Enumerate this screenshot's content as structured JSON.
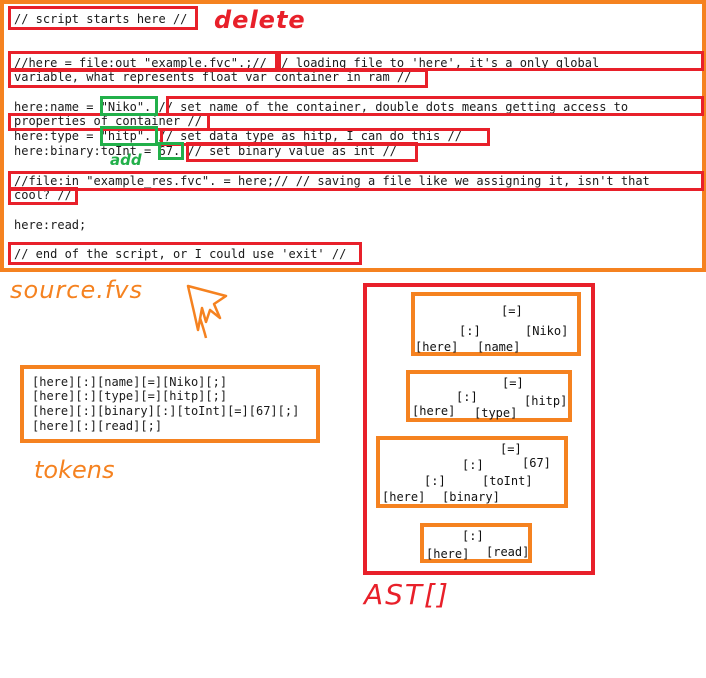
{
  "source": {
    "lines": [
      "// script starts here //",
      "//here = file:out \"example.fvc\".;// // loading file to 'here', it's a only global",
      "variable, what represents float var container in ram //",
      "here:name = \"Niko\". // set name of the container, double dots means getting access to",
      "properties of container //",
      "here:type = \"hitp\". // set data_type as hitp, I can do this //",
      "here:binary:toInt = 67. // set binary value as int //",
      "//file:in \"example_res.fvc\". = here;// // saving a file like we assigning it, isn't that",
      "cool? //",
      "here:read;",
      "// end of the script, or I could use 'exit' //"
    ],
    "label": "source.fvs"
  },
  "annotations": {
    "delete": "delete",
    "add": "add"
  },
  "tokens": {
    "lines": [
      "[here][:][name][=][Niko][;]",
      "[here][:][type][=][hitp][;]",
      "[here][:][binary][:][toInt][=][67][;]",
      "[here][:][read][;]"
    ],
    "label": "tokens"
  },
  "ast": {
    "label": "AST[]",
    "trees": [
      {
        "eq": "[=]",
        "colon": "[:]",
        "value": "[Niko]",
        "left": "[here]",
        "right": "[name]"
      },
      {
        "eq": "[=]",
        "colon": "[:]",
        "value": "[hitp]",
        "left": "[here]",
        "right": "[type]"
      },
      {
        "eq": "[=]",
        "colon": "[:]",
        "value": "[67]",
        "colon2": "[:]",
        "toint": "[toInt]",
        "left": "[here]",
        "right": "[binary]"
      },
      {
        "colon": "[:]",
        "left": "[here]",
        "right": "[read]"
      }
    ]
  },
  "colors": {
    "red": "#e8202a",
    "orange": "#f58220",
    "green": "#22b04a"
  }
}
